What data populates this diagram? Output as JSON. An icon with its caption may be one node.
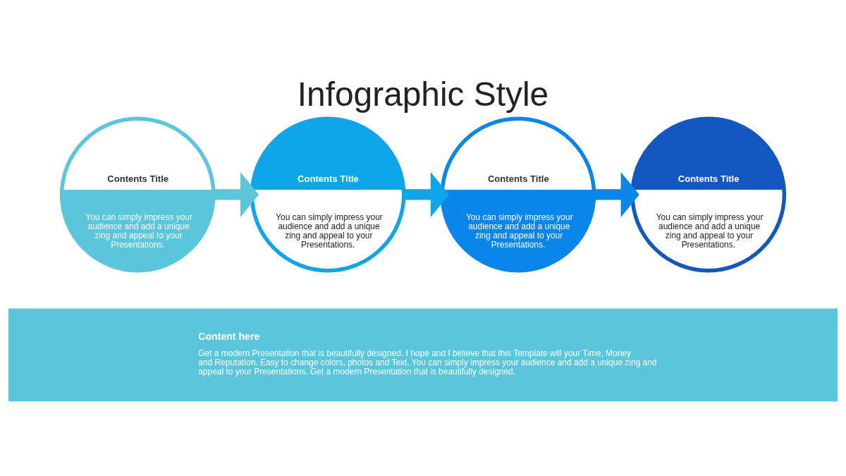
{
  "diagram": {
    "title": "Infographic Style",
    "nodes": [
      {
        "text": [
          "Contents Title",
          "You can simply impress your audience and add a unique zing and appeal to your Presentations."
        ]
      },
      {
        "text": [
          "Contents Title",
          "You can simply impress your audience and add a unique zing and appeal to your Presentations."
        ]
      },
      {
        "text": [
          "Contents Title",
          "You can simply impress your audience and add a unique zing and appeal to your Presentations."
        ]
      },
      {
        "text": [
          "Contents Title",
          "You can simply impress your audience and add a unique zing and appeal to your Presentations."
        ]
      },
      {
        "text": [
          "Content here",
          "Get a modern Presentation that is beautifully designed. I hope and I believe that this Template will your Time, Money and Reputation. Easy to change colors, photos and Text. You can simply impress your audience and add a unique zing and appeal to your Presentations. Get a modern Presentation that is beautifully designed."
        ]
      }
    ],
    "edges": [
      {
        "from": 0,
        "to": 1,
        "arrow": "to",
        "color": "#5bc5dc"
      },
      {
        "from": 1,
        "to": 2,
        "arrow": "to",
        "color": "#0ea5e9"
      },
      {
        "from": 2,
        "to": 3,
        "arrow": "to",
        "color": "#0a85ea"
      }
    ]
  }
}
